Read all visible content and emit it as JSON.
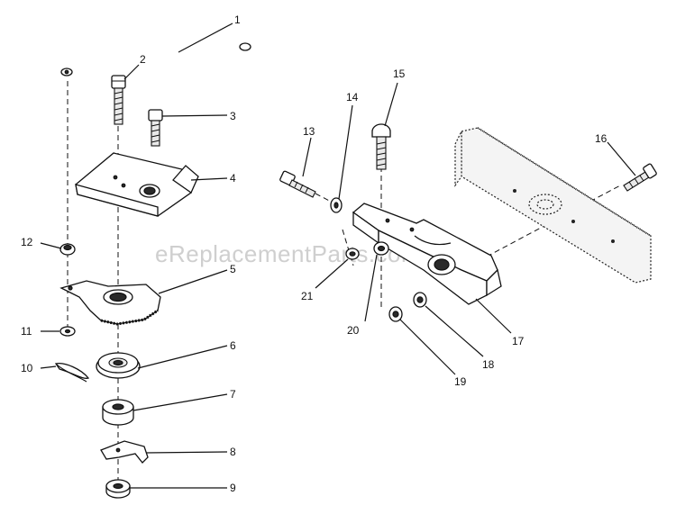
{
  "watermark": "eReplacementParts.com",
  "callouts": [
    "1",
    "2",
    "3",
    "4",
    "5",
    "6",
    "7",
    "8",
    "9",
    "10",
    "11",
    "12",
    "13",
    "14",
    "15",
    "16",
    "17",
    "18",
    "19",
    "20",
    "21"
  ]
}
